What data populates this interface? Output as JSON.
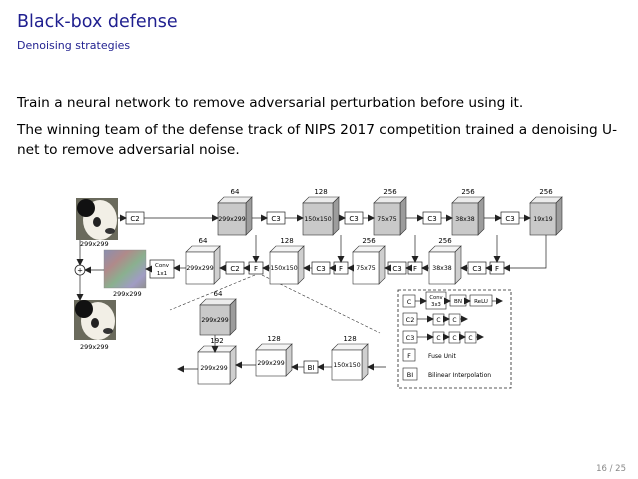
{
  "slide": {
    "title": "Black-box defense",
    "subtitle": "Denoising strategies",
    "paragraphs": [
      "Train a neural network to remove adversarial perturbation before using it.",
      "The winning team of the defense track of NIPS 2017 competition trained a denoising U-net to remove adversarial noise."
    ],
    "page_number": "16 / 25"
  },
  "diagram": {
    "image_size": "299x299",
    "plus": "+",
    "encoder_channels": [
      "64",
      "128",
      "256",
      "256",
      "256"
    ],
    "encoder_sizes": [
      "299x299",
      "150x150",
      "75x75",
      "38x38",
      "19x19"
    ],
    "decoder_channels": [
      "64",
      "128",
      "256",
      "256"
    ],
    "decoder_sizes": [
      "299x299",
      "150x150",
      "75x75",
      "38x38"
    ],
    "conv1x1": [
      "Conv",
      "1x1"
    ],
    "c2": "C2",
    "c3": "C3",
    "f": "F",
    "bi": "BI",
    "fuse_inputs": [
      "64",
      "128"
    ],
    "fuse_output": "192",
    "fuse_sizes": [
      "299x299",
      "299x299",
      "150x150",
      "299x299"
    ],
    "legend": {
      "c": "C",
      "conv": [
        "Conv",
        "3x3"
      ],
      "bn": "BN",
      "relu": "ReLU",
      "c2": "C2",
      "c3": "C3",
      "f": "F",
      "f_desc": "Fuse Unit",
      "bi": "BI",
      "bi_desc": "Bilinear Interpolation"
    }
  }
}
